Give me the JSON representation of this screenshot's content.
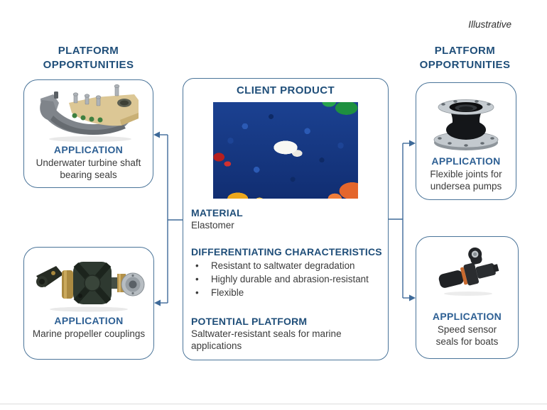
{
  "annotation": "Illustrative",
  "left_column": {
    "header": "PLATFORM OPPORTUNITIES",
    "top_box": {
      "application_label": "APPLICATION",
      "application_text": "Underwater turbine shaft bearing seals",
      "image": "underwater-turbine-shaft-bearing-seal-photo"
    },
    "bottom_box": {
      "application_label": "APPLICATION",
      "application_text": "Marine propeller couplings",
      "image": "marine-propeller-coupling-photo"
    }
  },
  "center_box": {
    "title": "CLIENT PRODUCT",
    "image": "colored-plastic-elastomer-pellets-photo",
    "material_label": "MATERIAL",
    "material_value": "Elastomer",
    "characteristics_label": "DIFFERENTIATING CHARACTERISTICS",
    "characteristics": [
      "Resistant to saltwater degradation",
      "Highly durable and abrasion-resistant",
      "Flexible"
    ],
    "platform_label": "POTENTIAL PLATFORM",
    "platform_value": "Saltwater-resistant seals for marine applications"
  },
  "right_column": {
    "header": "PLATFORM OPPORTUNITIES",
    "top_box": {
      "application_label": "APPLICATION",
      "application_text": "Flexible joints for undersea pumps",
      "image": "rubber-flexible-joint-photo"
    },
    "bottom_box": {
      "application_label": "APPLICATION",
      "application_text": "Speed sensor seals for boats",
      "image": "speed-sensor-photo"
    }
  },
  "colors": {
    "heading_blue": "#1F4E79",
    "application_blue": "#2E6094",
    "box_border_blue": "#4A7499",
    "connector_blue": "#3E6A99",
    "body_text": "#3B3B3B"
  }
}
